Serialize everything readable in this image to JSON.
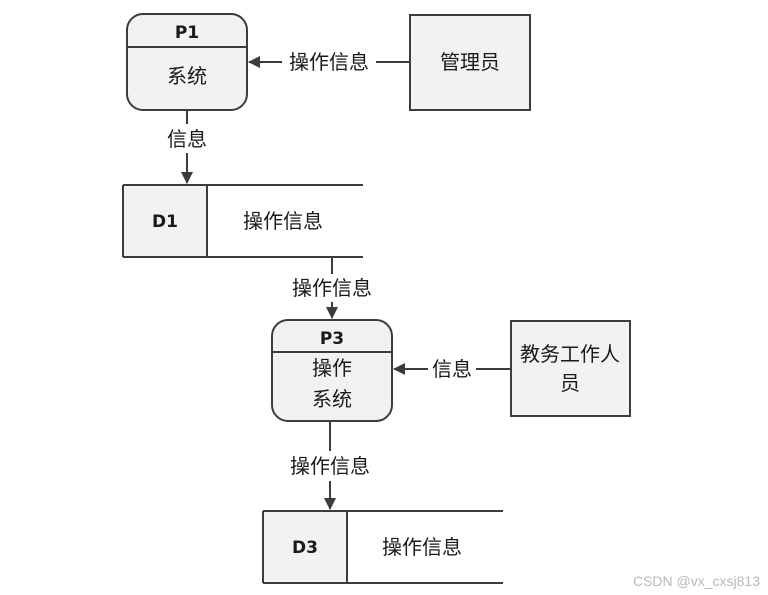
{
  "processes": [
    {
      "id": "P1",
      "lines": [
        "系统"
      ]
    },
    {
      "id": "P3",
      "lines": [
        "操作",
        "系统"
      ]
    }
  ],
  "stores": [
    {
      "id": "D1",
      "label": "操作信息"
    },
    {
      "id": "D3",
      "label": "操作信息"
    }
  ],
  "entities": [
    {
      "lines": [
        "管理员"
      ]
    },
    {
      "lines": [
        "教务工作人",
        "员"
      ]
    }
  ],
  "flows": [
    {
      "label": "操作信息"
    },
    {
      "label": "信息"
    },
    {
      "label": "操作信息"
    },
    {
      "label": "信息"
    },
    {
      "label": "操作信息"
    }
  ],
  "watermark": "CSDN @vx_cxsj813",
  "colors": {
    "line": "#3c3c3c",
    "fill": "#f2f2f2",
    "text": "#1a1a1a"
  }
}
